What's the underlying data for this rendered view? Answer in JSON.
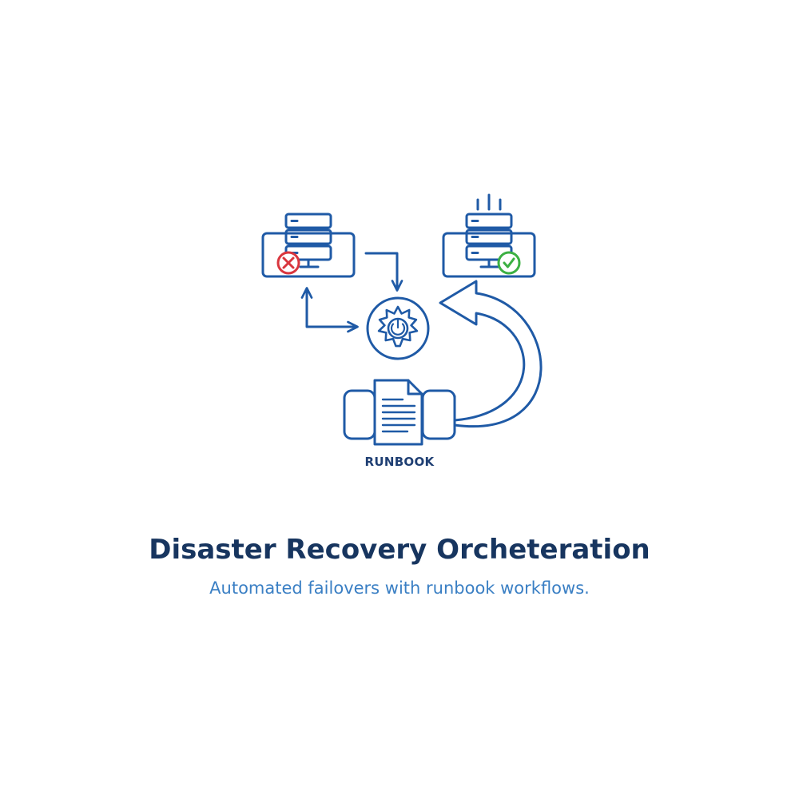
{
  "diagram": {
    "runbook_label": "RUNBOOK"
  },
  "caption": {
    "title": "Disaster Recovery Orcheteration",
    "subtitle": "Automated failovers with runbook workflows."
  },
  "colors": {
    "stroke": "#1f5aa6",
    "title": "#17355f",
    "subtitle": "#3a7fc4",
    "error": "#d9363e",
    "success": "#3cb043"
  },
  "icons": {
    "failed_server": "server-monitor-icon",
    "recovered_server": "server-monitor-icon",
    "failure_marker": "error-x-icon",
    "success_marker": "success-check-icon",
    "orchestrator": "gear-power-icon",
    "runbook": "document-icon"
  }
}
